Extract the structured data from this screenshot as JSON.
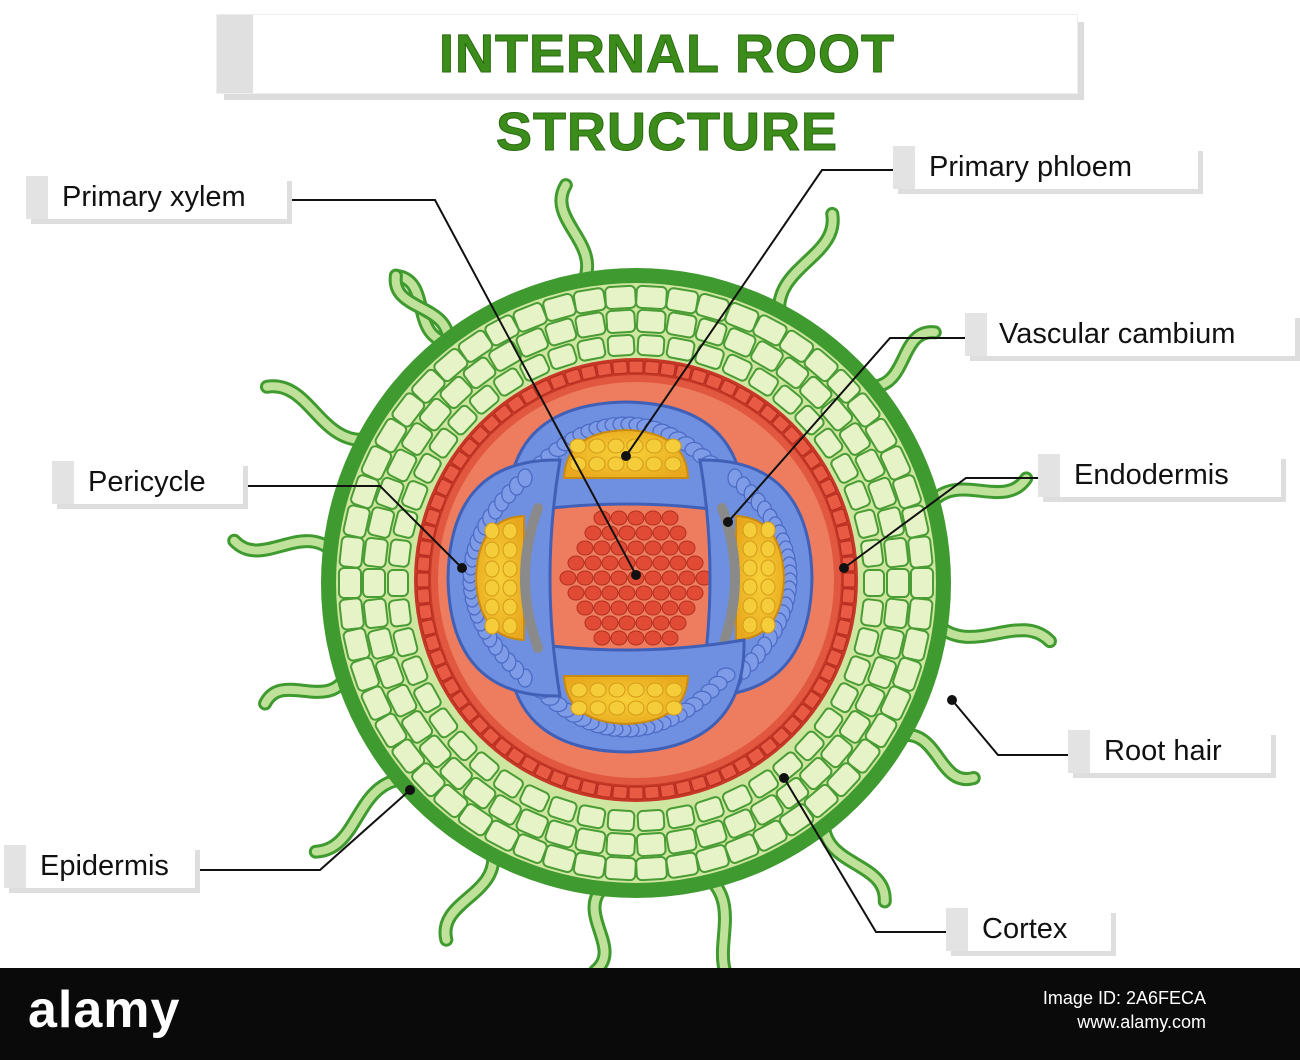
{
  "title": "INTERNAL ROOT STRUCTURE",
  "labels": {
    "primary_xylem": "Primary xylem",
    "primary_phloem": "Primary phloem",
    "vascular_cambium": "Vascular cambium",
    "pericycle": "Pericycle",
    "endodermis": "Endodermis",
    "root_hair": "Root hair",
    "epidermis": "Epidermis",
    "cortex": "Cortex"
  },
  "footer": {
    "logo": "alamy",
    "image_id_label": "Image ID: 2A6FECA",
    "site": "www.alamy.com"
  },
  "colors": {
    "title_green": "#3b8c1a",
    "epidermis_green": "#3f9a2f",
    "cortex_light": "#dbeeb2",
    "endodermis_red": "#d9432e",
    "pericycle_orange": "#ec7a5c",
    "phloem_blue": "#6f8fe0",
    "xylem_yellow": "#f2bf26",
    "cambium_grey": "#8a8a8a"
  }
}
